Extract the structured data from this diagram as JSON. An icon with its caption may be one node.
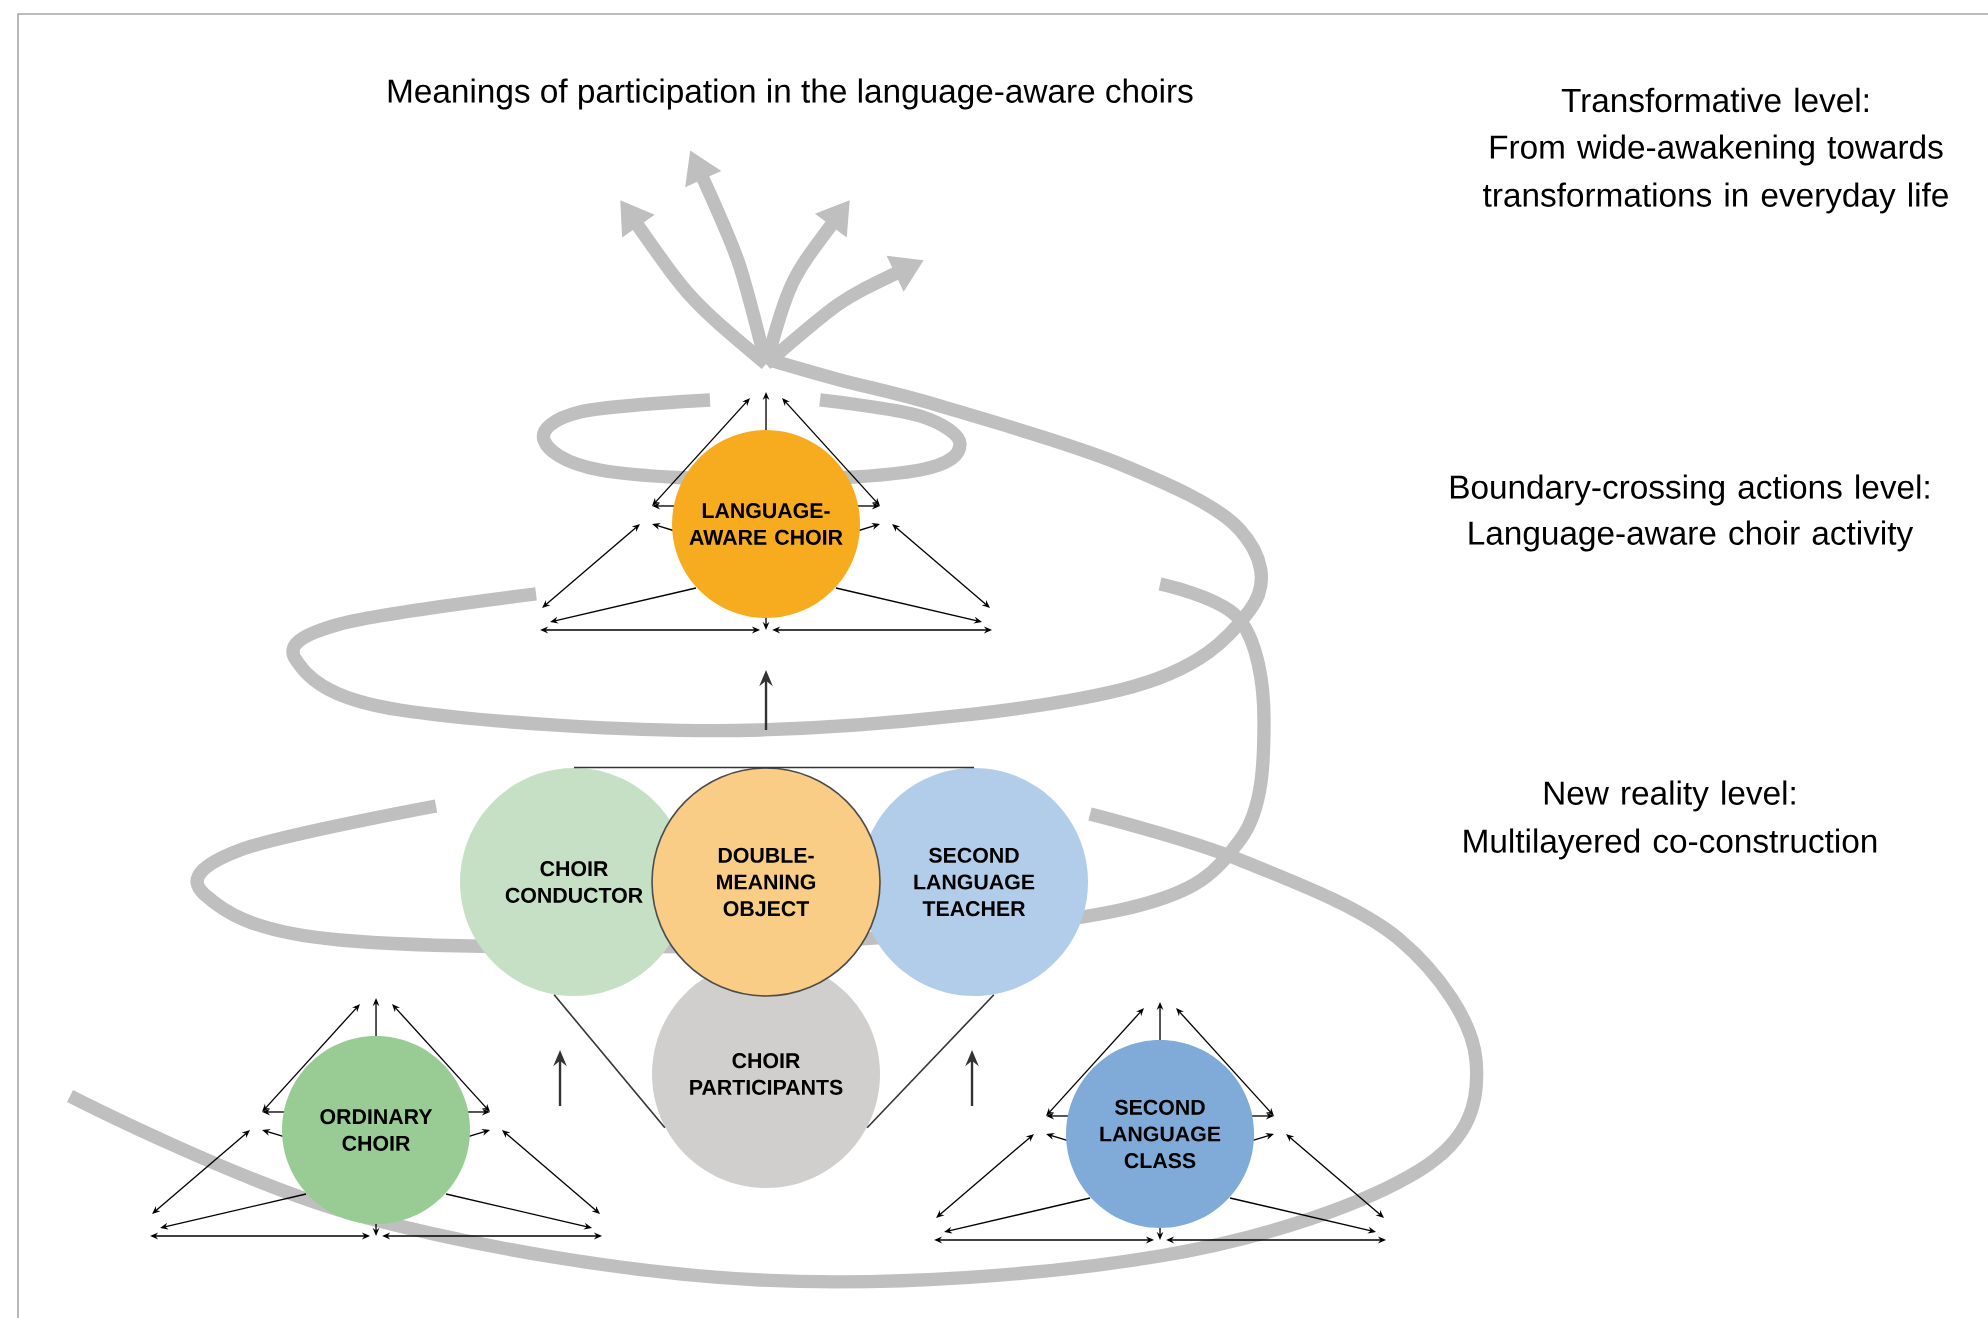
{
  "diagram": {
    "title": "Meanings of participation in the language-aware choirs",
    "nodes": [
      {
        "text": [
          "LANGUAGE-AWARE CHOIR"
        ]
      },
      {
        "text": [
          "CHOIR CONDUCTOR"
        ]
      },
      {
        "text": [
          "DOUBLE-MEANING OBJECT"
        ]
      },
      {
        "text": [
          "SECOND LANGUAGE TEACHER"
        ]
      },
      {
        "text": [
          "CHOIR PARTICIPANTS"
        ]
      },
      {
        "text": [
          "ORDINARY CHOIR"
        ]
      },
      {
        "text": [
          "SECOND LANGUAGE CLASS"
        ]
      }
    ],
    "edges": [
      {
        "from": 1,
        "to": 4,
        "arrow": "none"
      },
      {
        "from": 3,
        "to": 4,
        "arrow": "none"
      },
      {
        "from": 1,
        "to": 3,
        "arrow": "none"
      }
    ],
    "labels": [
      "Transformative level:",
      "From wide-awakening towards transformations in everyday life",
      "Boundary-crossing actions level:",
      "Language-aware choir activity",
      "New reality level:",
      "Multilayered co-construction"
    ]
  }
}
